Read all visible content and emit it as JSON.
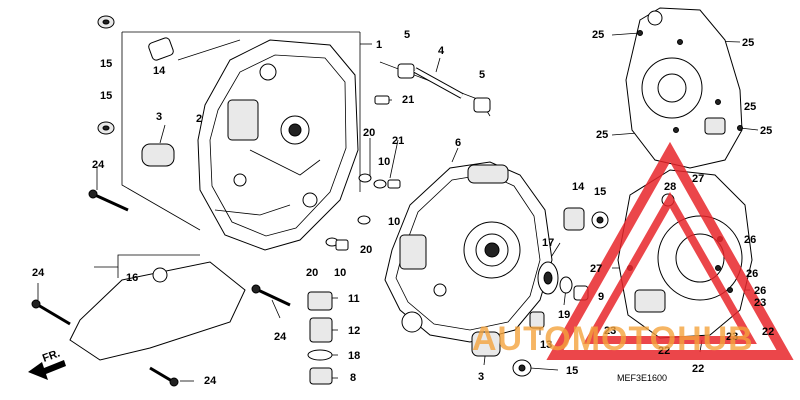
{
  "diagram": {
    "labels": [
      "1",
      "2",
      "3",
      "3",
      "4",
      "5",
      "5",
      "6",
      "8",
      "9",
      "10",
      "10",
      "10",
      "11",
      "12",
      "13",
      "14",
      "14",
      "15",
      "15",
      "15",
      "15",
      "16",
      "17",
      "18",
      "19",
      "20",
      "20",
      "20",
      "21",
      "21",
      "22",
      "22",
      "22",
      "23",
      "23",
      "23",
      "24",
      "24",
      "24",
      "24",
      "25",
      "25",
      "25",
      "25",
      "25",
      "26",
      "26",
      "26",
      "27",
      "27",
      "28"
    ],
    "front_marker": "FR.",
    "figure_code": "MEF3E1600"
  },
  "watermark": {
    "text": "AUTOMOTOHUB",
    "colors": {
      "triangle": "#e8262b",
      "text_orange": "#f4a23c",
      "text_gray": "#8c8c8c"
    }
  }
}
